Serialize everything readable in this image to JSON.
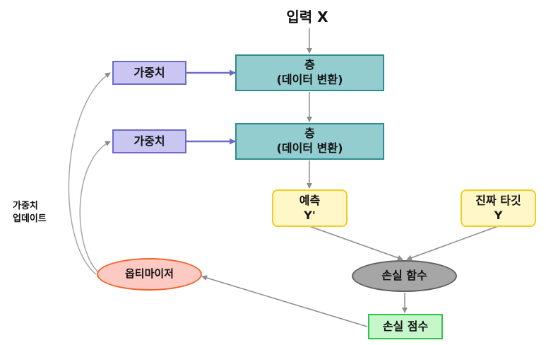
{
  "input_label": "입력 X",
  "layer_1": {
    "line1": "층",
    "line2": "(데이터 변환)"
  },
  "layer_2": {
    "line1": "층",
    "line2": "(데이터 변환)"
  },
  "weights_1": "가중치",
  "weights_2": "가중치",
  "prediction": {
    "line1": "예측",
    "line2": "Y'"
  },
  "true_target": {
    "line1": "진짜 타깃",
    "line2": "Y"
  },
  "loss_function": "손실 함수",
  "loss_score": "손실 점수",
  "optimizer": "옵티마이저",
  "weight_update_label": {
    "line1": "가중치",
    "line2": "업데이트"
  },
  "colors": {
    "layer_fill": "#93cdd0",
    "layer_border": "#2e8c8f",
    "weight_fill": "#c9c7f2",
    "weight_border": "#6d6acb",
    "prediction_fill": "#fff7c7",
    "prediction_border": "#f2cc1f",
    "loss_fill": "#a6a6a6",
    "loss_border": "#5f5f5f",
    "optimizer_fill": "#fdc9c3",
    "optimizer_border": "#f2622b",
    "score_fill": "#c7f6cb",
    "score_border": "#33c24a",
    "arrow_gray": "#8c8c8c",
    "arrow_blue": "#6d6acb"
  }
}
